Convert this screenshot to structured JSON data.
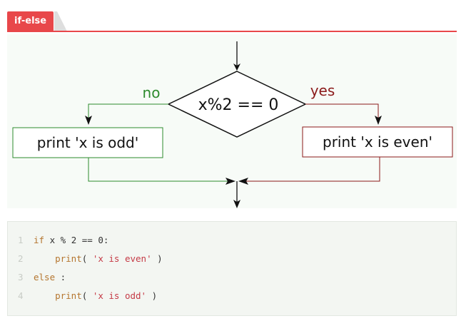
{
  "tab": {
    "label": "if-else",
    "accent": "#e8474a"
  },
  "diagram": {
    "condition": "x%2 == 0",
    "branch_no_label": "no",
    "branch_yes_label": "yes",
    "box_odd_text": "print 'x is odd'",
    "box_even_text": "print 'x is even'",
    "no_color": "#2e8b2e",
    "yes_color": "#8b1a1a"
  },
  "code": {
    "lines": [
      {
        "num": "1",
        "tokens": [
          {
            "t": "if",
            "c": "kw"
          },
          {
            "t": " x % 2 == 0:",
            "c": "plain"
          }
        ]
      },
      {
        "num": "2",
        "tokens": [
          {
            "t": "    ",
            "c": "plain"
          },
          {
            "t": "print",
            "c": "fn"
          },
          {
            "t": "( ",
            "c": "plain"
          },
          {
            "t": "'x is even'",
            "c": "str"
          },
          {
            "t": " )",
            "c": "plain"
          }
        ]
      },
      {
        "num": "3",
        "tokens": [
          {
            "t": "else",
            "c": "kw"
          },
          {
            "t": " :",
            "c": "plain"
          }
        ]
      },
      {
        "num": "4",
        "tokens": [
          {
            "t": "    ",
            "c": "plain"
          },
          {
            "t": "print",
            "c": "fn"
          },
          {
            "t": "( ",
            "c": "plain"
          },
          {
            "t": "'x is odd'",
            "c": "str"
          },
          {
            "t": " )",
            "c": "plain"
          }
        ]
      }
    ]
  }
}
